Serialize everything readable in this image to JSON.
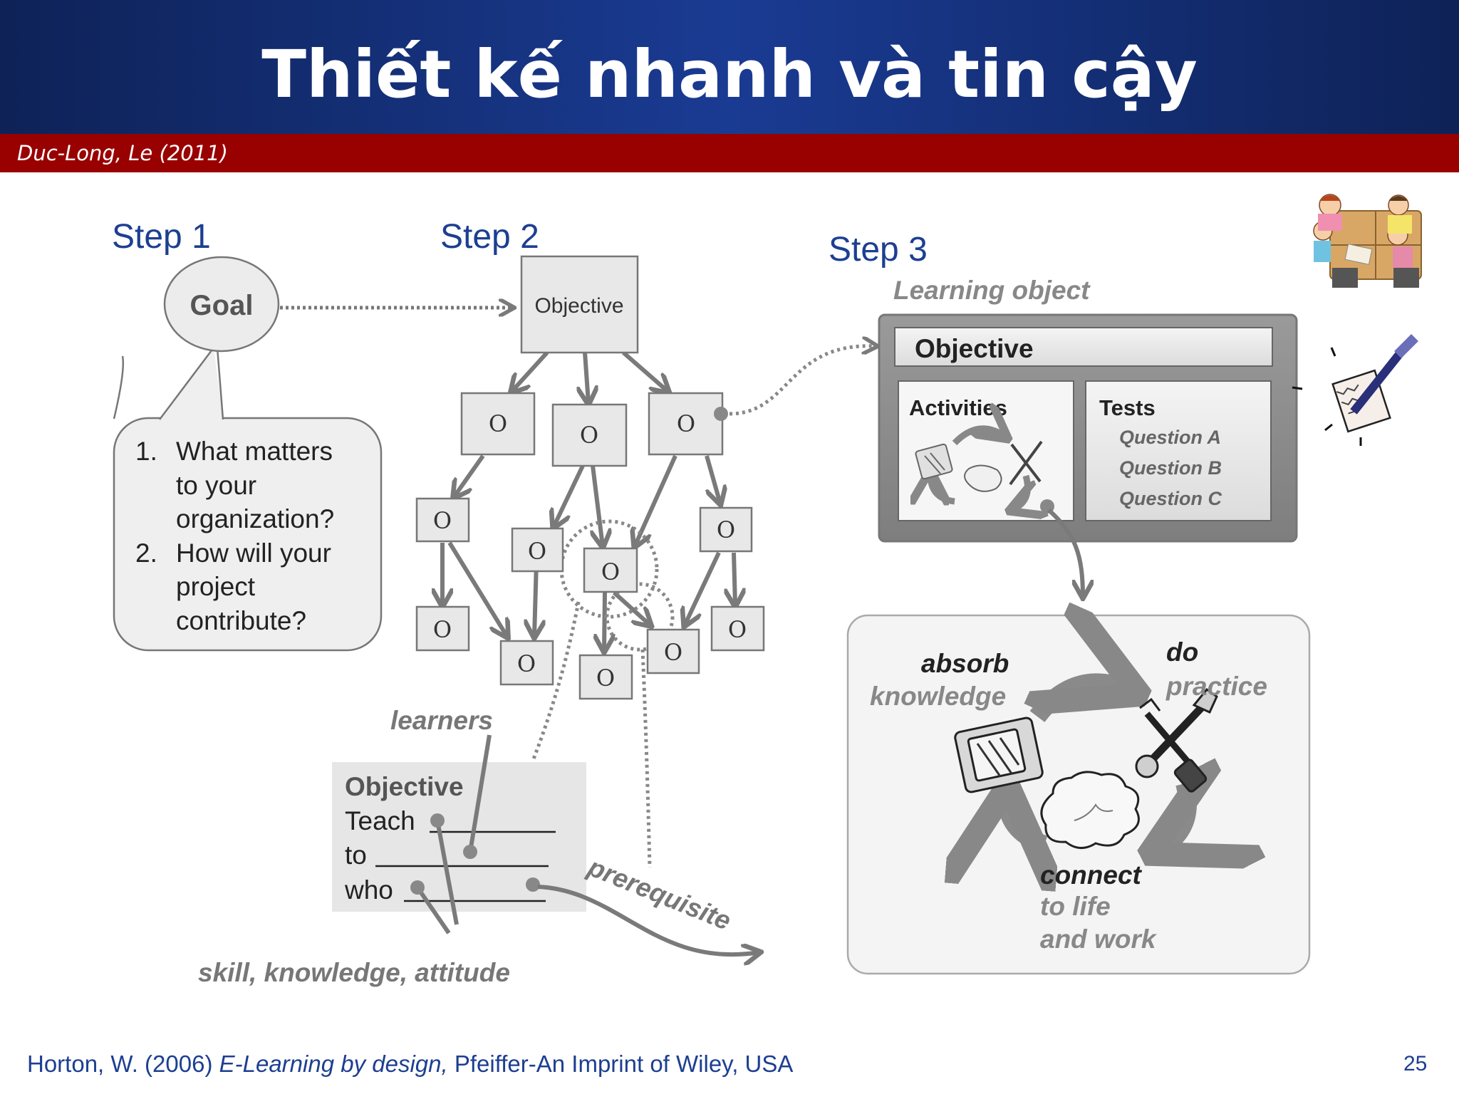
{
  "header": {
    "title": "Thiết kế nhanh và tin cậy",
    "author_band": "Duc-Long, Le (2011)"
  },
  "diagram": {
    "step1": {
      "label": "Step 1",
      "goal": "Goal",
      "question1_num": "1.",
      "question1_lines": [
        "What matters",
        "to your",
        "organization?"
      ],
      "question2_num": "2.",
      "question2_lines": [
        "How will your",
        "project",
        "contribute?"
      ]
    },
    "step2": {
      "label": "Step 2",
      "root": "Objective",
      "node": "O",
      "learners": "learners",
      "objective_box_title": "Objective",
      "teach": "Teach",
      "to": "to",
      "who": "who",
      "prerequisite": "prerequisite",
      "skill": "skill, knowledge, attitude"
    },
    "step3": {
      "label": "Step 3",
      "learning_object": "Learning object",
      "objective": "Objective",
      "activities": "Activities",
      "tests": "Tests",
      "questions": [
        "Question A",
        "Question B",
        "Question C"
      ],
      "cycle": {
        "absorb": "absorb",
        "knowledge": "knowledge",
        "do": "do",
        "practice": "practice",
        "connect": "connect",
        "to_life": "to life",
        "and_work": "and work"
      }
    }
  },
  "colors": {
    "header_bg": "#13297a",
    "band_bg": "#990000",
    "step_blue": "#1d3f91",
    "node_fill": "#e8e8e8",
    "line_gray": "#7a7a7a"
  },
  "footer": {
    "ref_pre": "Horton, W. (2006) ",
    "ref_title": "E-Learning by design,",
    "ref_post": " Pfeiffer-An Imprint of Wiley, USA",
    "page": "25"
  }
}
